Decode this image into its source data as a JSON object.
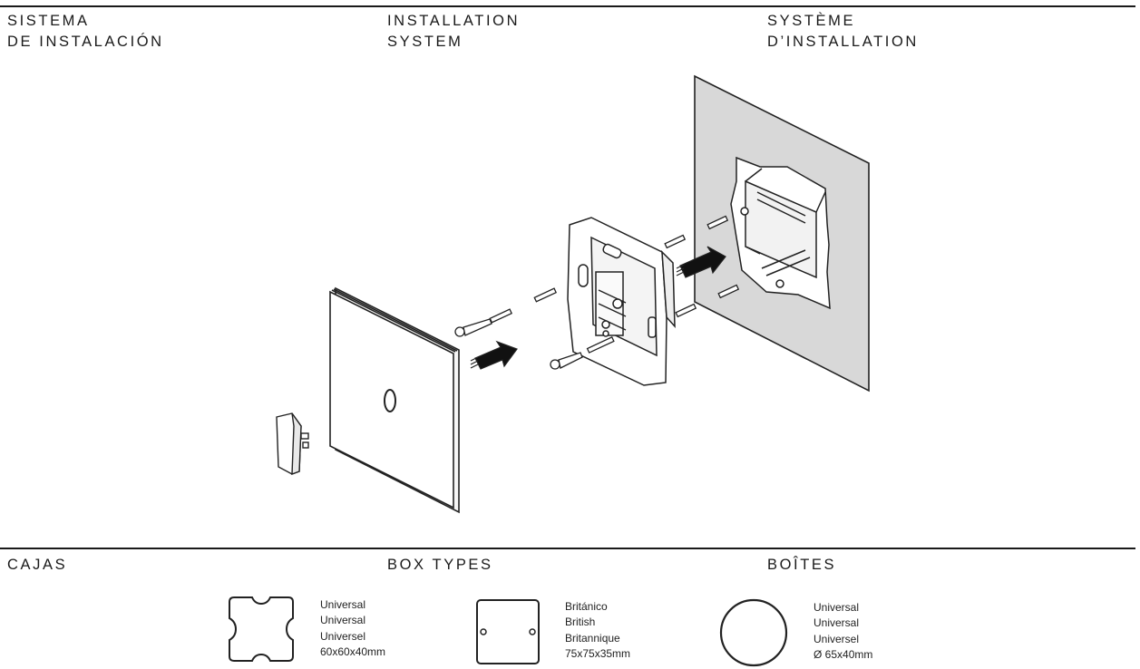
{
  "header": {
    "es": [
      "SISTEMA",
      "DE INSTALACIÓN"
    ],
    "en": [
      "INSTALLATION",
      "SYSTEM"
    ],
    "fr": [
      "SYSTÈME",
      "D’INSTALLATION"
    ]
  },
  "boxes_header": {
    "es": "CAJAS",
    "en": "BOX TYPES",
    "fr": "BOÎTES"
  },
  "boxes": [
    {
      "icon": "universal-square-box-icon",
      "lines": [
        "Universal",
        "Universal",
        "Universel",
        "60x60x40mm"
      ]
    },
    {
      "icon": "british-square-box-icon",
      "lines": [
        "Británico",
        "British",
        "Britannique",
        "75x75x35mm"
      ]
    },
    {
      "icon": "round-box-icon",
      "lines": [
        "Universal",
        "Universal",
        "Universel",
        "Ø 65x40mm"
      ]
    }
  ]
}
